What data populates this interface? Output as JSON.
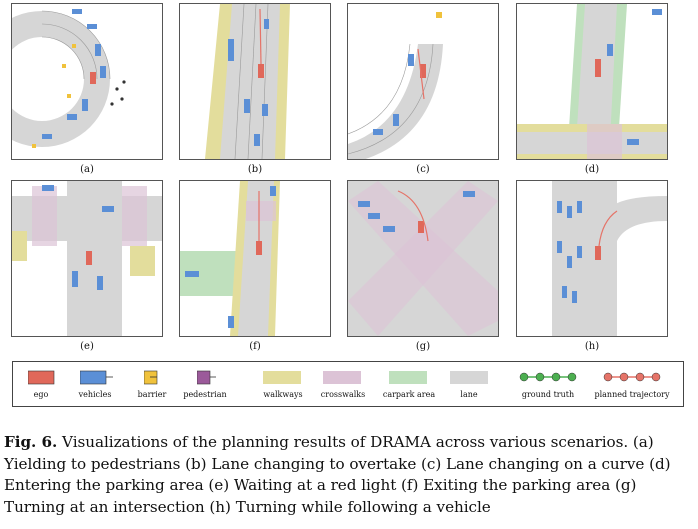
{
  "panels": [
    {
      "label": "(a)"
    },
    {
      "label": "(b)"
    },
    {
      "label": "(c)"
    },
    {
      "label": "(d)"
    },
    {
      "label": "(e)"
    },
    {
      "label": "(f)"
    },
    {
      "label": "(g)"
    },
    {
      "label": "(h)"
    }
  ],
  "legend": {
    "ego": "ego",
    "vehicles": "vehicles",
    "barrier": "barrier",
    "pedestrian": "pedestrian",
    "walkways": "walkways",
    "crosswalks": "crosswalks",
    "carpark_area": "carpark area",
    "lane": "lane",
    "ground_truth": "ground truth",
    "planned_trajectory": "planned trajectory"
  },
  "colors": {
    "ego": "#e0685a",
    "vehicles": "#5b8fd6",
    "barrier": "#f0c23c",
    "pedestrian": "#9b5a9a",
    "walkways": "#e3dd9c",
    "crosswalks": "#dcc3d6",
    "carpark_area": "#bfe0bd",
    "lane": "#d6d6d6",
    "ground_truth": "#4caf50",
    "planned_trajectory": "#e57368"
  },
  "caption": {
    "fig_number": "Fig. 6.",
    "text": "Visualizations of the planning results of DRAMA across various scenarios. (a) Yielding to pedestrians (b) Lane changing to overtake (c) Lane changing on a curve (d) Entering the parking area (e) Waiting at a red light (f) Exiting the parking area (g) Turning at an intersection (h) Turning while following a vehicle"
  }
}
